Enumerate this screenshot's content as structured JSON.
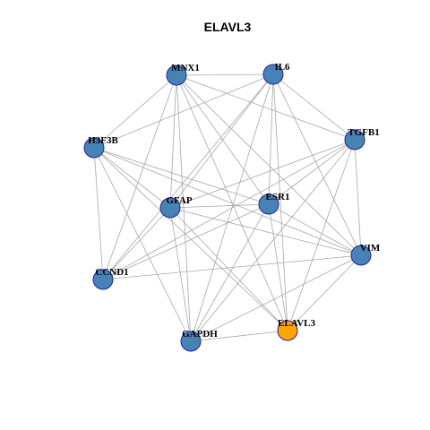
{
  "title": "ELAVL3",
  "colors": {
    "node_default": "#4682b4",
    "node_highlight": "#ffa500",
    "node_border": "#2222aa",
    "edge": "#a8a8a8"
  },
  "nodes": [
    {
      "id": "MNX1",
      "label": "MNX1",
      "highlight": false
    },
    {
      "id": "IL6",
      "label": "IL6",
      "highlight": false
    },
    {
      "id": "TGFB1",
      "label": "TGFB1",
      "highlight": false
    },
    {
      "id": "H3F3B",
      "label": "H3F3B",
      "highlight": false
    },
    {
      "id": "GFAP",
      "label": "GFAP",
      "highlight": false
    },
    {
      "id": "ESR1",
      "label": "ESR1",
      "highlight": false
    },
    {
      "id": "VIM",
      "label": "VIM",
      "highlight": false
    },
    {
      "id": "CCND1",
      "label": "CCND1",
      "highlight": false
    },
    {
      "id": "ELAVL3",
      "label": "ELAVL3",
      "highlight": true
    },
    {
      "id": "GAPDH",
      "label": "GAPDH",
      "highlight": false
    }
  ],
  "edges": [
    [
      "MNX1",
      "IL6"
    ],
    [
      "MNX1",
      "TGFB1"
    ],
    [
      "MNX1",
      "H3F3B"
    ],
    [
      "MNX1",
      "GFAP"
    ],
    [
      "MNX1",
      "ESR1"
    ],
    [
      "MNX1",
      "VIM"
    ],
    [
      "MNX1",
      "CCND1"
    ],
    [
      "MNX1",
      "GAPDH"
    ],
    [
      "MNX1",
      "ELAVL3"
    ],
    [
      "IL6",
      "TGFB1"
    ],
    [
      "IL6",
      "H3F3B"
    ],
    [
      "IL6",
      "GFAP"
    ],
    [
      "IL6",
      "ESR1"
    ],
    [
      "IL6",
      "VIM"
    ],
    [
      "IL6",
      "CCND1"
    ],
    [
      "IL6",
      "GAPDH"
    ],
    [
      "IL6",
      "ELAVL3"
    ],
    [
      "TGFB1",
      "GFAP"
    ],
    [
      "TGFB1",
      "ESR1"
    ],
    [
      "TGFB1",
      "VIM"
    ],
    [
      "TGFB1",
      "CCND1"
    ],
    [
      "TGFB1",
      "GAPDH"
    ],
    [
      "TGFB1",
      "ELAVL3"
    ],
    [
      "H3F3B",
      "GFAP"
    ],
    [
      "H3F3B",
      "ESR1"
    ],
    [
      "H3F3B",
      "VIM"
    ],
    [
      "H3F3B",
      "CCND1"
    ],
    [
      "H3F3B",
      "GAPDH"
    ],
    [
      "H3F3B",
      "ELAVL3"
    ],
    [
      "GFAP",
      "ESR1"
    ],
    [
      "GFAP",
      "VIM"
    ],
    [
      "GFAP",
      "CCND1"
    ],
    [
      "GFAP",
      "GAPDH"
    ],
    [
      "GFAP",
      "ELAVL3"
    ],
    [
      "ESR1",
      "VIM"
    ],
    [
      "ESR1",
      "CCND1"
    ],
    [
      "ESR1",
      "GAPDH"
    ],
    [
      "ESR1",
      "ELAVL3"
    ],
    [
      "VIM",
      "CCND1"
    ],
    [
      "VIM",
      "GAPDH"
    ],
    [
      "VIM",
      "ELAVL3"
    ],
    [
      "GAPDH",
      "ELAVL3"
    ]
  ]
}
